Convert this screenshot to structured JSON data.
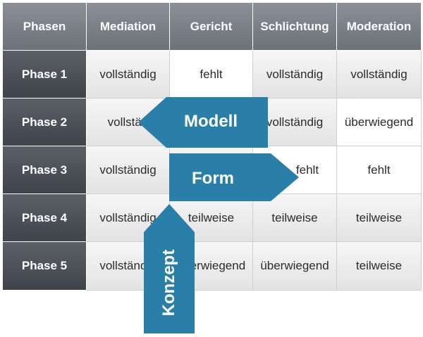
{
  "table": {
    "headers": [
      "Phasen",
      "Mediation",
      "Gericht",
      "Schlichtung",
      "Moderation"
    ],
    "rows": [
      {
        "label": "Phase 1",
        "cells": [
          "vollständig",
          "fehlt",
          "vollständig",
          "vollständig"
        ]
      },
      {
        "label": "Phase 2",
        "cells": [
          "vollstän",
          "",
          "vollständig",
          "überwiegend"
        ]
      },
      {
        "label": "Phase 3",
        "cells": [
          "vollständig",
          "",
          "fehlt",
          "fehlt"
        ]
      },
      {
        "label": "Phase 4",
        "cells": [
          "vollständig",
          "teilweise",
          "teilweise",
          "teilweise"
        ]
      },
      {
        "label": "Phase 5",
        "cells": [
          "vollständig",
          "überwiegend",
          "überwiegend",
          "teilweise"
        ]
      }
    ]
  },
  "arrows": {
    "modell": "Modell",
    "form": "Form",
    "konzept": "Konzept"
  },
  "colors": {
    "arrow": "#2a7fa8",
    "header": "#7b8187",
    "row_header": "#4b5056"
  }
}
